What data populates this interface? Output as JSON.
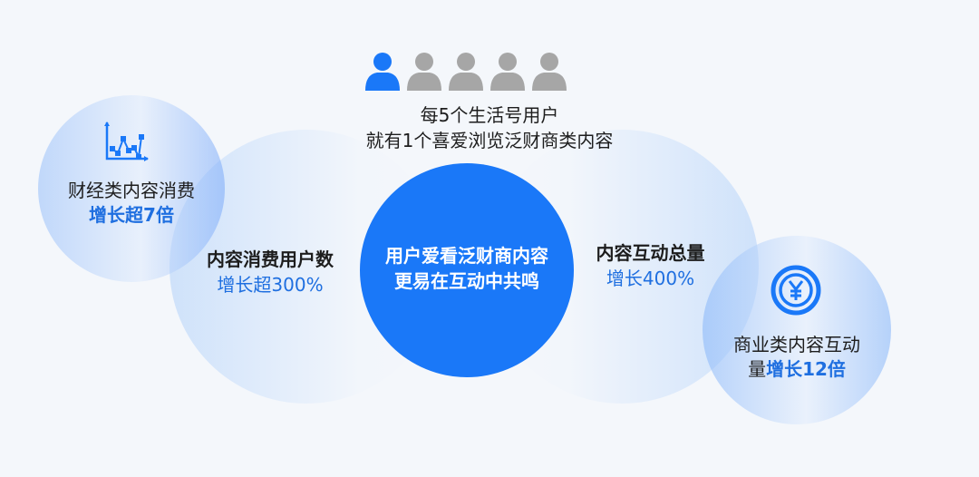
{
  "colors": {
    "accent": "#1a78f8",
    "highlight_text": "#1f6fe0",
    "person_active": "#1a78f8",
    "person_inactive": "#a6a6a6"
  },
  "header": {
    "people_icons": [
      "person-active",
      "person",
      "person",
      "person",
      "person"
    ],
    "line1": "每5个生活号用户",
    "line2": "就有1个喜爱浏览泛财商类内容"
  },
  "center": {
    "line1": "用户爱看泛财商内容",
    "line2": "更易在互动中共鸣"
  },
  "left_small": {
    "icon": "line-chart-icon",
    "label": "财经类内容消费",
    "value": "增长超7倍"
  },
  "left_big": {
    "label": "内容消费用户数",
    "value": "增长超300%"
  },
  "right_big": {
    "label": "内容互动总量",
    "value": "增长400%"
  },
  "right_small": {
    "icon": "yuan-coin-icon",
    "label": "商业类内容互动",
    "label2_prefix": "量",
    "value": "增长12倍"
  }
}
